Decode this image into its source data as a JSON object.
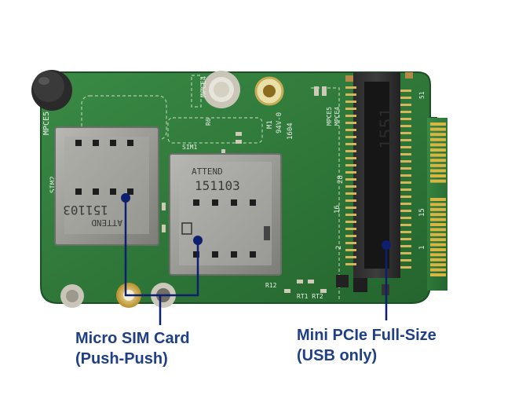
{
  "captions": {
    "micro_sim": {
      "line1": "Micro SIM Card",
      "line2": "(Push-Push)"
    },
    "mini_pcie": {
      "line1": "Mini PCIe Full-Size",
      "line2": "(USB only)"
    }
  },
  "board_text": {
    "mpce5": "MPCE5",
    "mpce4": "MPCE4",
    "sim2": "SIM2",
    "sim1": "SIM1",
    "r6": "R6",
    "rating": "94V-0",
    "m1": "M1",
    "date": "1604",
    "attend": "ATTEND",
    "lot": "151103",
    "pin_51": "51",
    "pin_28": "28",
    "pin_16": "16",
    "pin_15": "15",
    "pin_2": "2",
    "pin_1": "1",
    "connector_mark": "1551",
    "r12": "R12",
    "rtc": "RT1 RT2"
  },
  "colors": {
    "pcb": "#2f7a3a",
    "pcb_dark": "#235f2c",
    "gold": "#d9b642",
    "metal": "#9a9a96",
    "caption": "#1f3f86",
    "callout": "#0d1f6e"
  }
}
